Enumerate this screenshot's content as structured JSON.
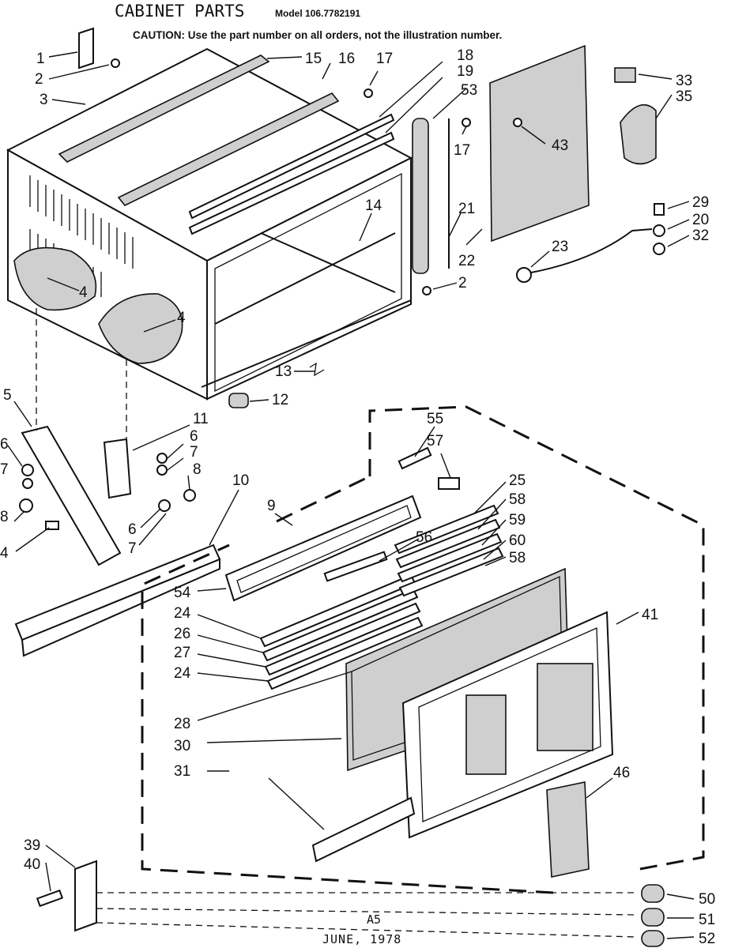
{
  "header": {
    "title": "CABINET PARTS",
    "model": "Model 106.7782191",
    "caution": "CAUTION: Use the part number on all orders, not the illustration number."
  },
  "footer": {
    "page_id": "A5",
    "date": "JUNE, 1978"
  },
  "callouts": [
    "1",
    "2",
    "3",
    "15",
    "16",
    "17",
    "18",
    "19",
    "53",
    "17",
    "43",
    "33",
    "35",
    "21",
    "22",
    "29",
    "20",
    "32",
    "23",
    "2",
    "14",
    "4",
    "4",
    "13",
    "12",
    "5",
    "11",
    "6",
    "7",
    "8",
    "6",
    "7",
    "8",
    "4",
    "6",
    "7",
    "10",
    "9",
    "55",
    "57",
    "25",
    "58",
    "56",
    "59",
    "60",
    "58",
    "54",
    "24",
    "26",
    "27",
    "24",
    "41",
    "28",
    "30",
    "31",
    "46",
    "39",
    "40",
    "50",
    "51",
    "52"
  ]
}
